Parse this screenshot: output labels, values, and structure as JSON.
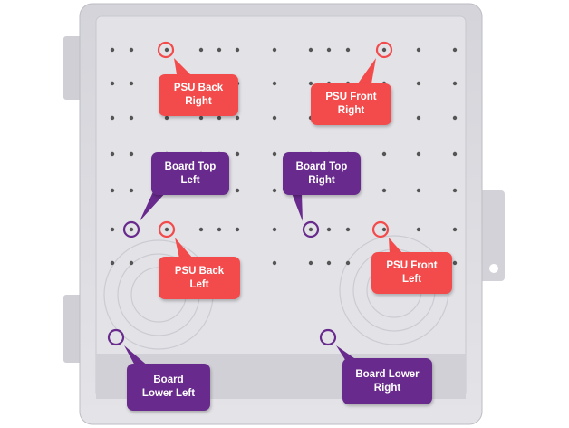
{
  "colors": {
    "psu": "#f34b4b",
    "board": "#682a8c",
    "enclosure": "#d9d9de"
  },
  "callouts": {
    "psu_back_right": {
      "line1": "PSU Back",
      "line2": "Right"
    },
    "psu_front_right": {
      "line1": "PSU Front",
      "line2": "Right"
    },
    "board_top_left": {
      "line1": "Board Top",
      "line2": "Left"
    },
    "board_top_right": {
      "line1": "Board Top",
      "line2": "Right"
    },
    "psu_back_left": {
      "line1": "PSU Back",
      "line2": "Left"
    },
    "psu_front_left": {
      "line1": "PSU Front",
      "line2": "Left"
    },
    "board_lower_left": {
      "line1": "Board",
      "line2": "Lower Left"
    },
    "board_lower_right": {
      "line1": "Board Lower",
      "line2": "Right"
    }
  }
}
